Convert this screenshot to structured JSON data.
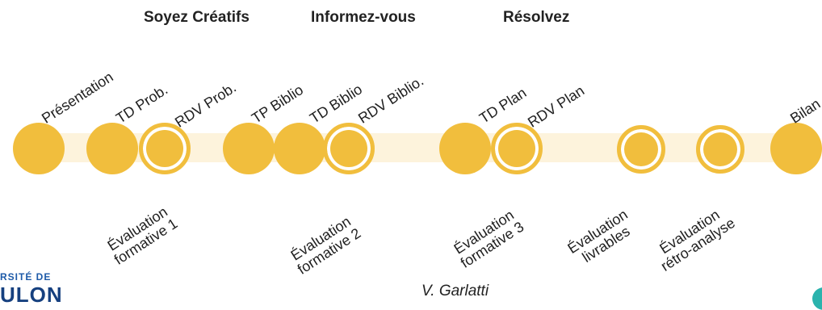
{
  "phases": [
    "Soyez Créatifs",
    "Informez-vous",
    "Résolvez"
  ],
  "timeline": {
    "top_labels": [
      "Présentation",
      "TD Prob.",
      "RDV  Prob.",
      "TP Biblio",
      "TD Biblio",
      "RDV  Biblio.",
      "TD Plan",
      "RDV  Plan",
      "Bilan"
    ],
    "bottom_labels": [
      {
        "line1": "Évaluation",
        "line2": "formative 1"
      },
      {
        "line1": "Évaluation",
        "line2": "formative 2"
      },
      {
        "line1": "Évaluation",
        "line2": "formative 3"
      },
      {
        "line1": "Évaluation",
        "line2": "livrables"
      },
      {
        "line1": "Évaluation",
        "line2": "rétro-analyse"
      }
    ]
  },
  "logo": {
    "line1": "RSITÉ DE",
    "line2": "ULON"
  },
  "author": "V. Garlatti",
  "colors": {
    "accent": "#f1be3d",
    "track": "#fdf3dc",
    "logo_blue": "#16407f",
    "corner_teal": "#2bb3ad"
  }
}
